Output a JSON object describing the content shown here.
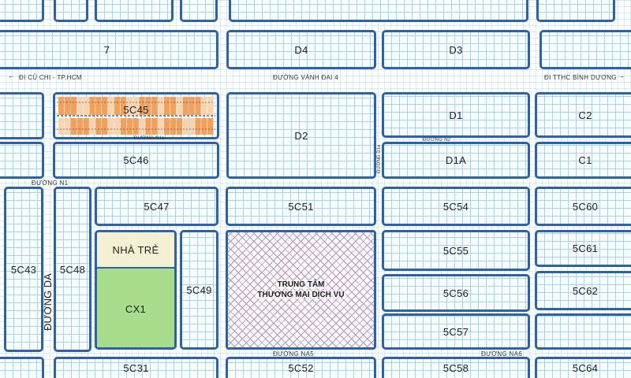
{
  "colors": {
    "block_border": "#2e62a6",
    "grid_line": "#a9d3e6",
    "kindergarten_fill": "#f4f0d4",
    "green_area_fill": "#a9dc8b",
    "highlight_plot_dark": "#f2a05a",
    "highlight_plot_light": "#f8d5b0",
    "commercial_hatch": "#b497b6"
  },
  "roads": {
    "ring_road_4": "ĐƯỜNG VÀNH ĐAI 4",
    "to_cu_chi": "ĐI CỦ CHI - TP.HCM",
    "to_binh_duong": "ĐI TTHC BÌNH DƯƠNG",
    "n1": "ĐƯỜNG N1",
    "na5": "ĐƯỜNG NA5",
    "na6": "ĐƯỜNG NA6",
    "da": "ĐƯỜNG DA",
    "n1a": "ĐƯỜNG N1a",
    "d1a": "ĐƯỜNG D1a",
    "n2": "ĐƯỜNG N2"
  },
  "blocks": {
    "b7": "7",
    "d4": "D4",
    "d3": "D3",
    "c5c45": "5C45",
    "d2": "D2",
    "d1": "D1",
    "c2": "C2",
    "c5c46": "5C46",
    "d1a": "D1A",
    "c1": "C1",
    "c5c47": "5C47",
    "c5c51": "5C51",
    "c5c54": "5C54",
    "c5c60": "5C60",
    "c5c43": "5C43",
    "c5c48": "5C48",
    "nha_tre": "NHÀ TRẺ",
    "cx1": "CX1",
    "c5c49": "5C49",
    "c5c55": "5C55",
    "c5c61": "5C61",
    "c5c56": "5C56",
    "c5c62": "5C62",
    "c5c57": "5C57",
    "c5c31": "5C31",
    "c5c52": "5C52",
    "c5c58": "5C58",
    "c5c64": "5C64"
  },
  "commercial_center": {
    "line1": "TRUNG TÂM",
    "line2": "THƯƠNG MẠI DỊCH VỤ"
  },
  "highlighted_plot": "5C45"
}
